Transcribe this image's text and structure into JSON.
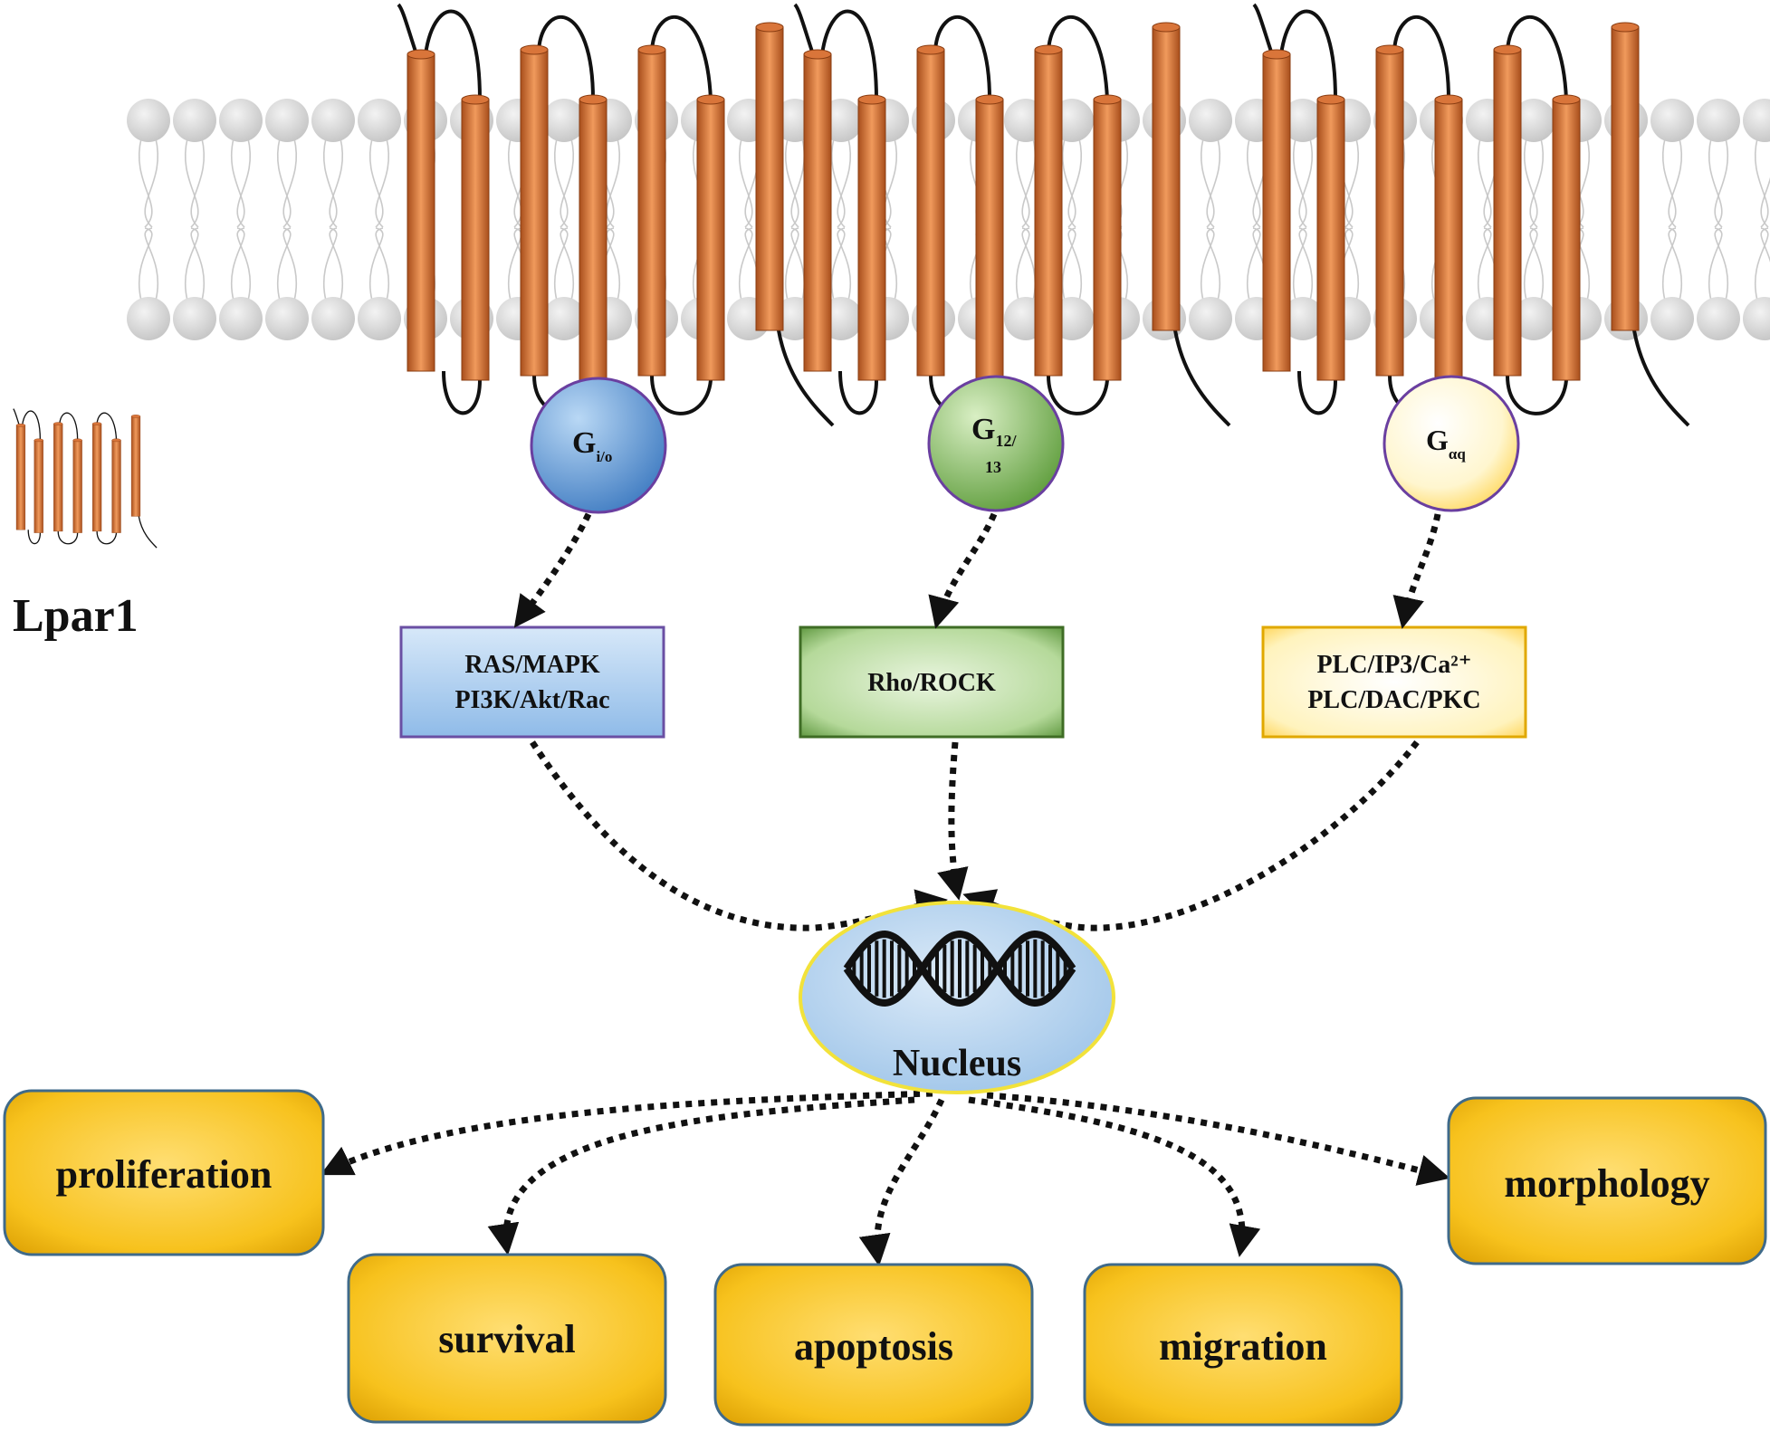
{
  "receptor_label": "Lpar1",
  "g_proteins": [
    {
      "base": "G",
      "sub": "i/o",
      "fill_light": "#a9cbef",
      "fill_dark": "#3f7fc9"
    },
    {
      "base": "G",
      "sub": "12/",
      "line2": "13",
      "fill_light": "#cfe7b8",
      "fill_dark": "#5f9e3c"
    },
    {
      "base": "G",
      "sub": "αq",
      "fill_light": "#ffffff",
      "fill_dark": "#ffd24d"
    }
  ],
  "pathways": [
    {
      "lines": [
        "RAS/MAPK",
        "PI3K/Akt/Rac"
      ],
      "fill": "#b8d5f2",
      "border": "#6a4fa3"
    },
    {
      "lines": [
        "Rho/ROCK"
      ],
      "fill": "#d6ecc6",
      "border": "#4a7a2e"
    },
    {
      "lines": [
        "PLC/IP3/Ca²⁺",
        "PLC/DAC/PKC"
      ],
      "fill": "#fff6c6",
      "border": "#e0a800"
    }
  ],
  "nucleus_label": "Nucleus",
  "outcomes": [
    "proliferation",
    "survival",
    "apoptosis",
    "migration",
    "morphology"
  ],
  "colors": {
    "helix": "#c8652b",
    "helix_highlight": "#f09a5c",
    "lipid_head": "#d9d9d9",
    "nucleus_fill": "#b9d6f0",
    "nucleus_border": "#f2e23a",
    "outcome_fill": "#f5bc14",
    "outcome_border": "#3f6a8a",
    "arrow": "#111111"
  }
}
